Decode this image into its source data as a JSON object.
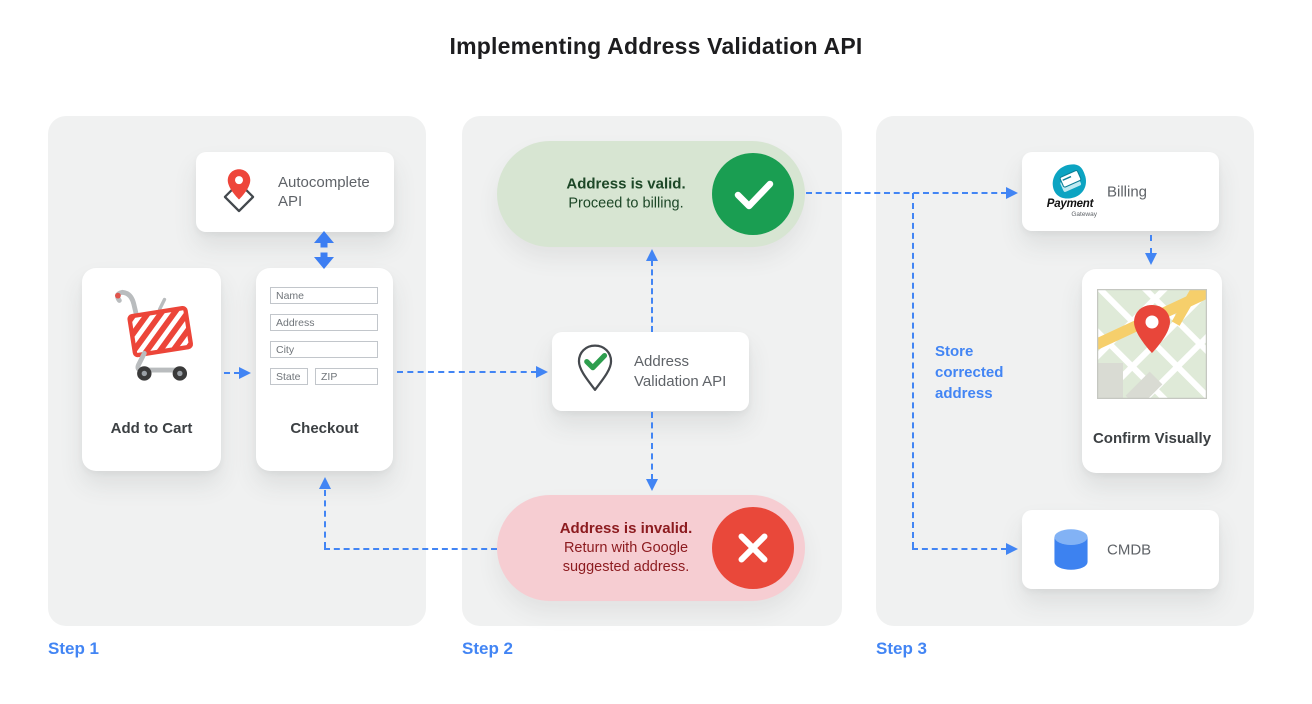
{
  "title": "Implementing Address Validation API",
  "steps": {
    "step1_label": "Step 1",
    "step2_label": "Step 2",
    "step3_label": "Step 3"
  },
  "step1": {
    "autocomplete_api": {
      "label": "Autocomplete API",
      "icon": "map-pin-diamond-icon"
    },
    "add_to_cart": {
      "label": "Add to Cart",
      "icon": "shopping-cart-icon"
    },
    "checkout": {
      "label": "Checkout",
      "fields": {
        "name": "Name",
        "address": "Address",
        "city": "City",
        "state": "State",
        "zip": "ZIP"
      }
    }
  },
  "step2": {
    "address_valid": {
      "title": "Address is valid.",
      "subtitle": "Proceed to billing.",
      "icon": "check-circle-icon"
    },
    "validation_api": {
      "label": "Address Validation API",
      "icon": "map-pin-check-icon"
    },
    "address_invalid": {
      "title": "Address is invalid.",
      "subtitle": "Return with Google suggested address.",
      "icon": "x-circle-icon"
    }
  },
  "step3": {
    "billing": {
      "label": "Billing",
      "logo_title": "Payment",
      "logo_subtitle": "Gateway",
      "icon": "payment-gateway-logo"
    },
    "confirm_visually": {
      "label": "Confirm Visually",
      "icon": "map-thumbnail-icon"
    },
    "cmdb": {
      "label": "CMDB",
      "icon": "database-icon"
    },
    "store_note": "Store corrected address"
  },
  "colors": {
    "accent_blue": "#4285f4",
    "success_green": "#1a9e52",
    "success_bg": "#d7e5d2",
    "success_text": "#1d4727",
    "error_red": "#e9483a",
    "error_bg": "#f6cdd2",
    "error_text": "#8c1b1f",
    "panel_bg": "#f0f1f1",
    "brand_teal": "#0ca4c2",
    "pin_red": "#ee453a"
  }
}
